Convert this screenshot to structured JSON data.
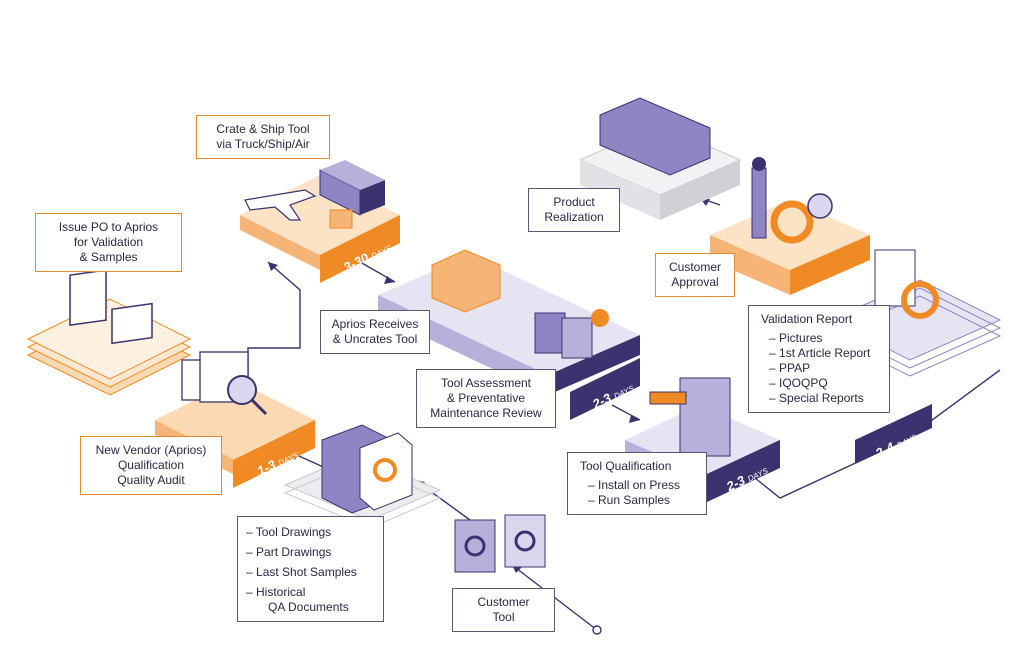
{
  "labels": {
    "issue_po": [
      "Issue PO to Aprios",
      "for Validation",
      "& Samples"
    ],
    "crate_ship": [
      "Crate & Ship Tool",
      "via Truck/Ship/Air"
    ],
    "aprios_receives": [
      "Aprios Receives",
      "& Uncrates Tool"
    ],
    "tool_assessment": [
      "Tool Assessment",
      "& Preventative",
      "Maintenance Review"
    ],
    "new_vendor": [
      "New Vendor (Aprios)",
      "Qualification",
      "Quality Audit"
    ],
    "customer_tool": [
      "Customer",
      "Tool"
    ],
    "product_realization": [
      "Product",
      "Realization"
    ],
    "customer_approval": [
      "Customer",
      "Approval"
    ],
    "validation_report": {
      "title": "Validation Report",
      "items": [
        "Pictures",
        "1st Article Report",
        "PPAP",
        "IQOQPQ",
        "Special Reports"
      ]
    },
    "tool_qualification": {
      "title": "Tool Qualification",
      "items": [
        "Install on Press",
        "Run Samples"
      ]
    },
    "inputs": {
      "items": [
        "Tool Drawings",
        "Part Drawings",
        "Last Shot Samples",
        "Historical",
        "QA Documents"
      ]
    }
  },
  "badges": {
    "ship": {
      "num": "3-30",
      "unit": "DAYS"
    },
    "assessment": {
      "num": "2-3",
      "unit": "DAYS"
    },
    "audit": {
      "num": "1-3",
      "unit": "DAYS"
    },
    "qualification": {
      "num": "2-3",
      "unit": "DAYS"
    },
    "report": {
      "num": "2-4",
      "unit": "DAYS"
    }
  },
  "colors": {
    "orange": "#f08a24",
    "orange_light": "#fbd9b3",
    "purple_dark": "#3b3270",
    "purple_mid": "#8e85c4",
    "lavender": "#d9d6ee",
    "gray_light": "#ececee"
  }
}
